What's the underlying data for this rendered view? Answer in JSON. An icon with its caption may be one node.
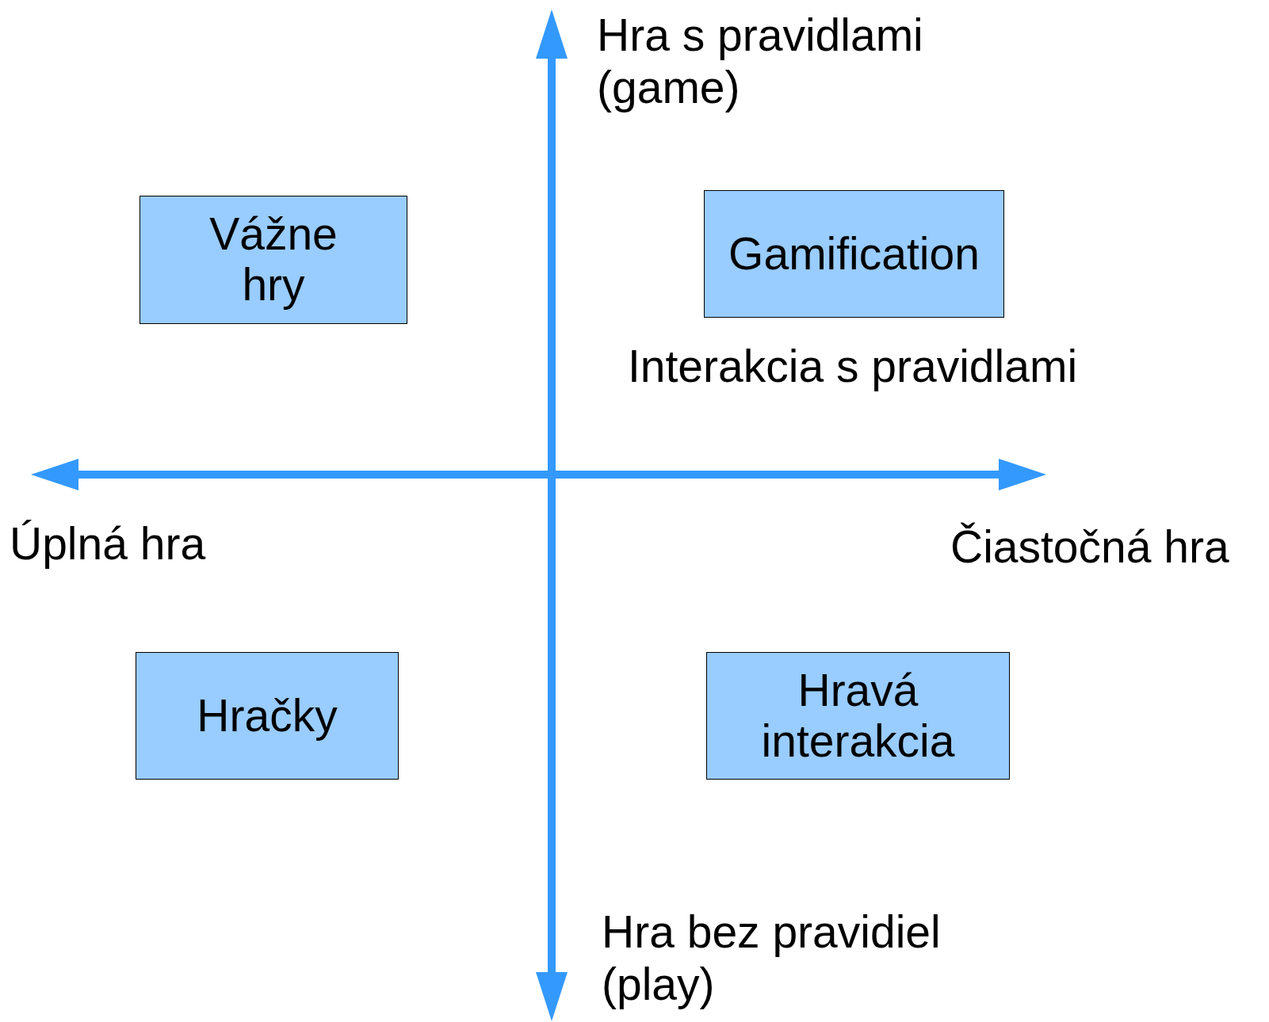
{
  "diagram": {
    "nodes": [
      {
        "text": [
          "Vážne hry"
        ]
      },
      {
        "text": [
          "Gamification"
        ]
      },
      {
        "text": [
          "Hračky"
        ]
      },
      {
        "text": [
          "Hravá interakcia"
        ]
      }
    ],
    "labels": [
      "Hra s pravidlami (game)",
      "Interakcia s pravidlami",
      "Úplná hra",
      "Čiastočná hra",
      "Hra bez pravidiel (play)"
    ]
  }
}
